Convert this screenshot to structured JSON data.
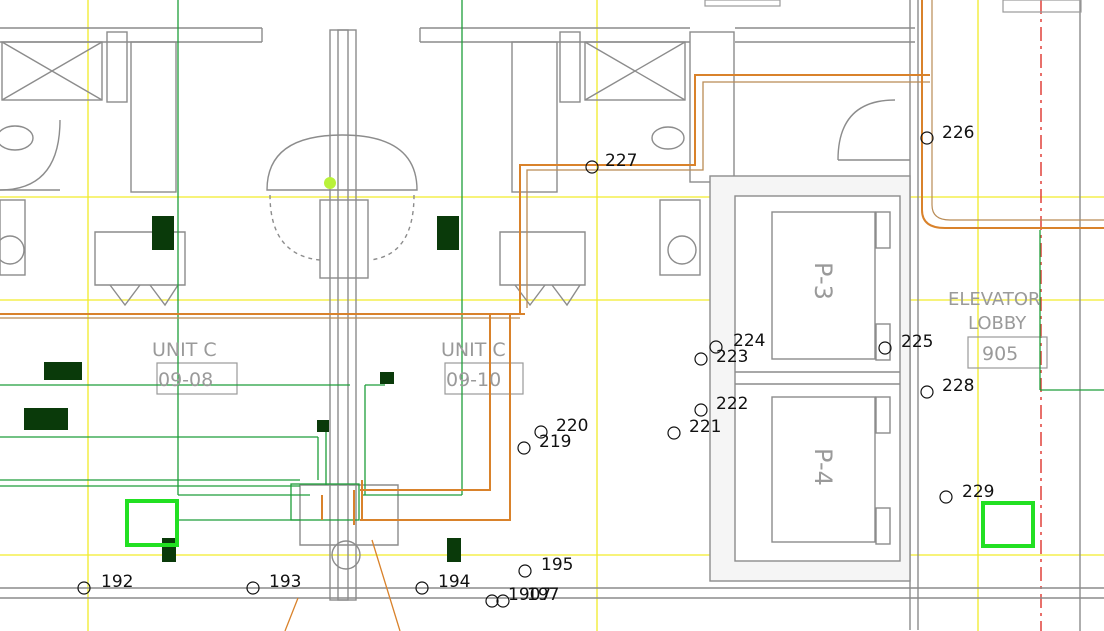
{
  "colors": {
    "wall": "#8c8c8c",
    "grid": "#f2ec2a",
    "green_duct": "#1e9e3a",
    "pipe_orange": "#d9822b",
    "pipe_tan": "#b98b55",
    "gridline_red": "#e0403a",
    "tag_bg": "#0a3a0a",
    "highlight_green": "#22e022"
  },
  "rooms": [
    {
      "name": "UNIT C",
      "number": "09-08"
    },
    {
      "name": "UNIT C",
      "number": "09-10"
    },
    {
      "name": "ELEVATOR LOBBY",
      "number": "905"
    }
  ],
  "elevators": [
    {
      "label": "P-3"
    },
    {
      "label": "P-4"
    }
  ],
  "callouts": [
    "226",
    "227",
    "224",
    "223",
    "225",
    "228",
    "222",
    "221",
    "220",
    "219",
    "229",
    "195",
    "192",
    "193",
    "194",
    "197"
  ],
  "overlap_callout": "1907"
}
